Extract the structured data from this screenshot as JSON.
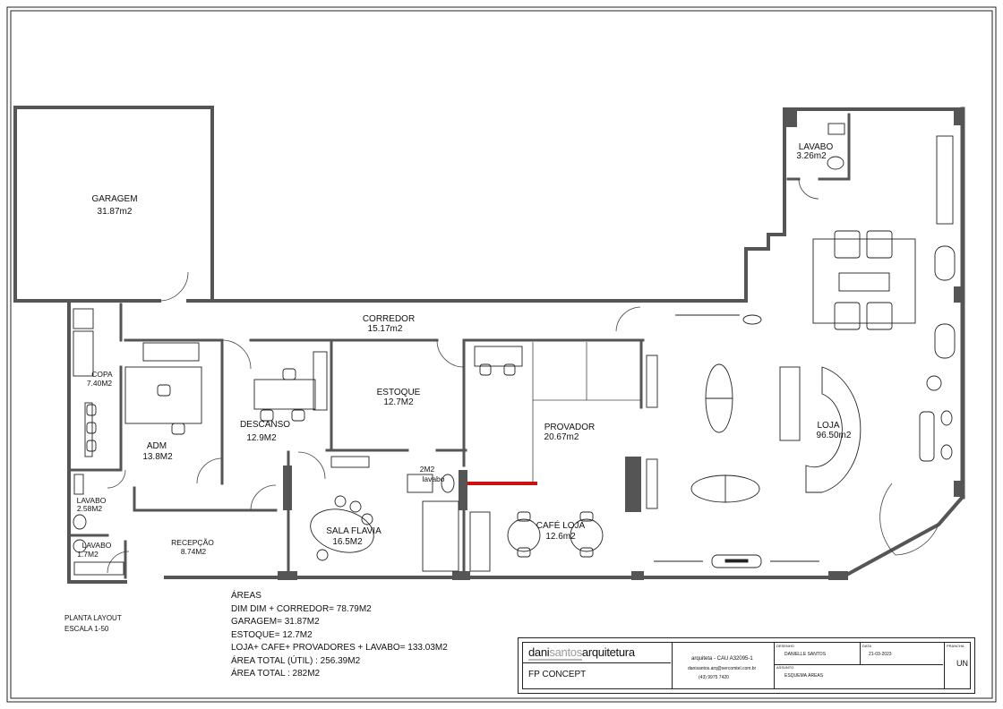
{
  "rooms": [
    {
      "name": "GARAGEM",
      "area": "31.87m2"
    },
    {
      "name": "CORREDOR",
      "area": "15.17m2"
    },
    {
      "name": "COPA",
      "area": "7.40M2"
    },
    {
      "name": "ADM",
      "area": "13.8M2"
    },
    {
      "name": "DESCANSO",
      "area": "12.9M2"
    },
    {
      "name": "ESTOQUE",
      "area": "12.7M2"
    },
    {
      "name": "PROVADOR",
      "area": "20.67m2"
    },
    {
      "name": "LOJA",
      "area": "96.50m2"
    },
    {
      "name": "LAVABO",
      "area": "3.26m2"
    },
    {
      "name": "CAFÉ LOJA",
      "area": "12.6m2"
    },
    {
      "name": "SALA FLAVIA",
      "area": "16.5M2"
    },
    {
      "name": "LAVABO",
      "area": "2.58M2"
    },
    {
      "name": "LAVABO",
      "area": "1.7M2"
    },
    {
      "name": "RECEPÇÃO",
      "area": "8.74M2"
    },
    {
      "name": "lavabo",
      "area": "2M2"
    }
  ],
  "areas": {
    "title": "ÁREAS",
    "lines": [
      "DIM DIM + CORREDOR= 78.79M2",
      "GARAGEM= 31.87M2",
      "ESTOQUE= 12.7M2",
      "LOJA+ CAFE+ PROVADORES + LAVABO= 133.03M2",
      "ÁREA TOTAL (ÚTIL) : 256.39M2",
      "ÁREA TOTAL : 282M2"
    ]
  },
  "planta": {
    "title": "PLANTA LAYOUT",
    "scale": "ESCALA 1-50"
  },
  "title_block": {
    "logo_dark": "dani",
    "logo_gray": "santos",
    "logo_rest": "arquitetura",
    "project": "FP CONCEPT",
    "architect": "arquiteta - CAU A32095-1",
    "email": "danisantos.arq@sercomtel.com.br",
    "phone": "(43) 9975 7420",
    "desenho_label": "DESENHO",
    "drawn_by": "DANIELLE SANTOS",
    "data_label": "DATA",
    "date": "21-03-2023",
    "assunto_label": "ASSUNTO",
    "subject": "ESQUEMA ÁREAS",
    "prancha_label": "PRANCHA",
    "sheet": "UN"
  },
  "colors": {
    "wall": "#555555",
    "wall_dark": "#333333",
    "line": "#222222",
    "accent_red": "#cc1111"
  }
}
